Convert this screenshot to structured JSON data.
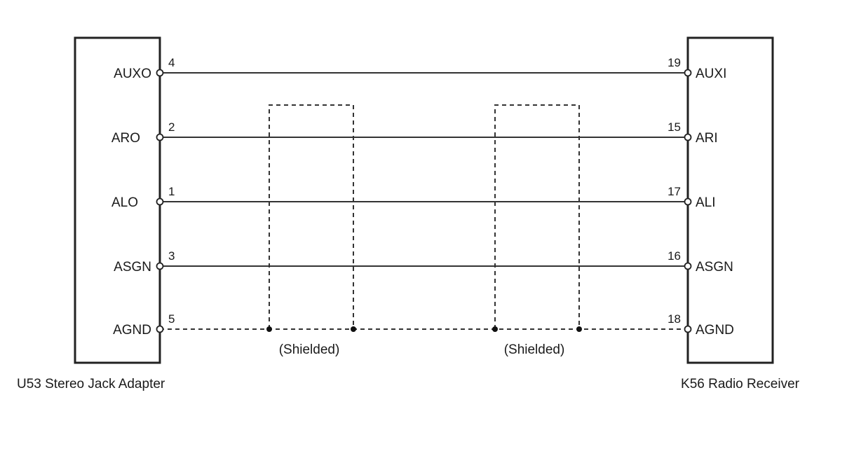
{
  "left_component": {
    "name": "U53 Stereo Jack Adapter",
    "pins": [
      {
        "label": "AUXO",
        "number": "4"
      },
      {
        "label": "ARO",
        "number": "2"
      },
      {
        "label": "ALO",
        "number": "1"
      },
      {
        "label": "ASGN",
        "number": "3"
      },
      {
        "label": "AGND",
        "number": "5"
      }
    ]
  },
  "right_component": {
    "name": "K56 Radio Receiver",
    "pins": [
      {
        "label": "AUXI",
        "number": "19"
      },
      {
        "label": "ARI",
        "number": "15"
      },
      {
        "label": "ALI",
        "number": "17"
      },
      {
        "label": "ASGN",
        "number": "16"
      },
      {
        "label": "AGND",
        "number": "18"
      }
    ]
  },
  "shields": [
    {
      "label": "(Shielded)"
    },
    {
      "label": "(Shielded)"
    }
  ],
  "colors": {
    "line": "#333333",
    "background": "#ffffff"
  }
}
